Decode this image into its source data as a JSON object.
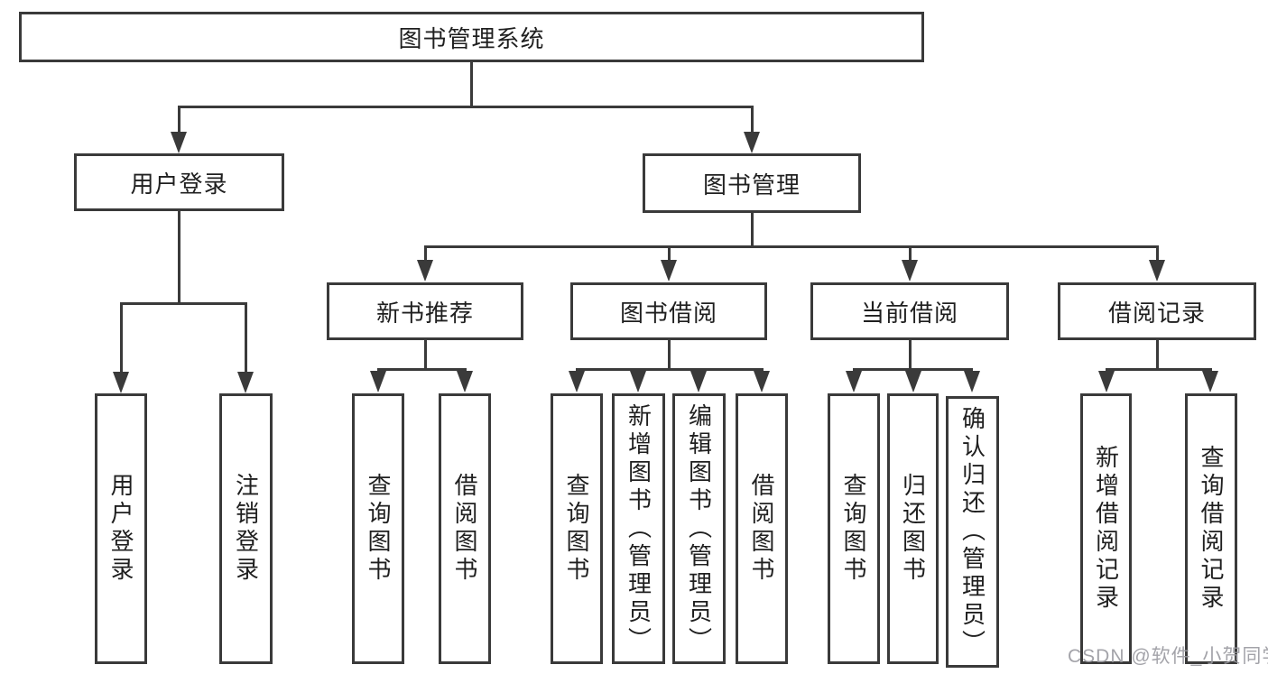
{
  "tree": {
    "root": "图书管理系统",
    "branches": [
      {
        "label": "用户登录",
        "leaves": [
          "用户登录",
          "注销登录"
        ]
      },
      {
        "label": "图书管理",
        "groups": [
          {
            "label": "新书推荐",
            "leaves": [
              "查询图书",
              "借阅图书"
            ]
          },
          {
            "label": "图书借阅",
            "leaves": [
              "查询图书",
              "新增图书（管理员）",
              "编辑图书（管理员）",
              "借阅图书"
            ]
          },
          {
            "label": "当前借阅",
            "leaves": [
              "查询图书",
              "归还图书",
              "确认归还（管理员）"
            ]
          },
          {
            "label": "借阅记录",
            "leaves": [
              "新增借阅记录",
              "查询借阅记录"
            ]
          }
        ]
      }
    ]
  },
  "watermark": "CSDN @软件_小贺同学",
  "colors": {
    "line": "#3a3a3a",
    "text": "#1f1f1f",
    "watermark": "#9a9aa0",
    "background": "#ffffff"
  }
}
